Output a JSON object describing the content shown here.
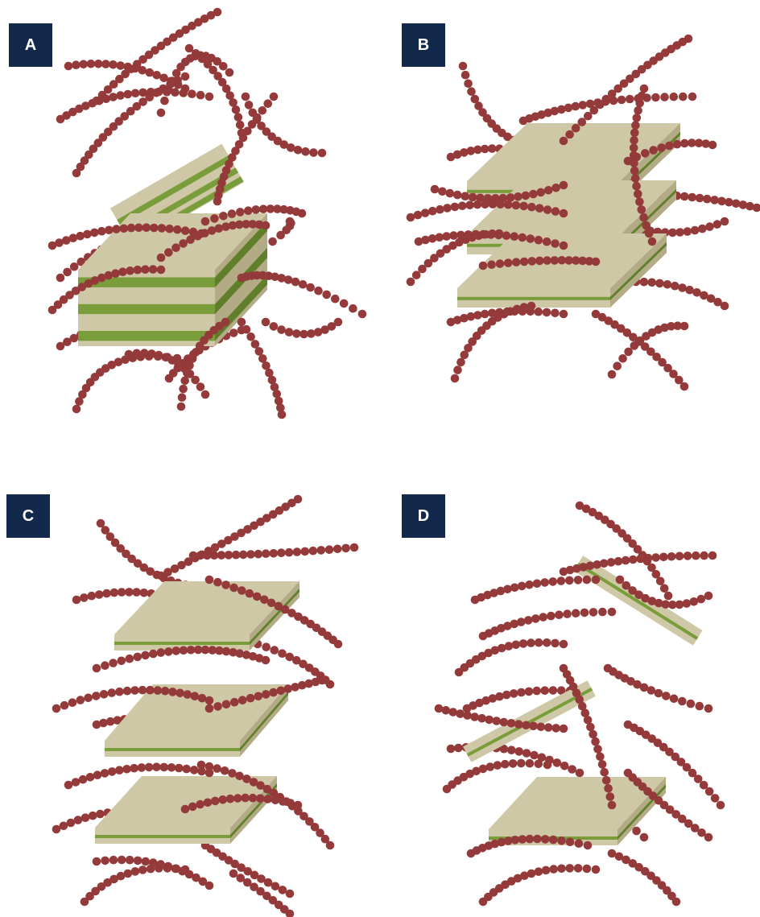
{
  "panels": [
    {
      "id": "a",
      "label": "A"
    },
    {
      "id": "b",
      "label": "B"
    },
    {
      "id": "c",
      "label": "C"
    },
    {
      "id": "d",
      "label": "D"
    }
  ],
  "colors": {
    "label_bg": "#13294b",
    "label_text": "#ffffff",
    "chain_bead": "#943a3a",
    "platelet_top": "#cfc8a7",
    "platelet_side": "#b3ab85",
    "platelet_stripe": "#7a9d3c",
    "platelet_stripe_dark": "#5f7f2a",
    "background": "#ffffff"
  }
}
